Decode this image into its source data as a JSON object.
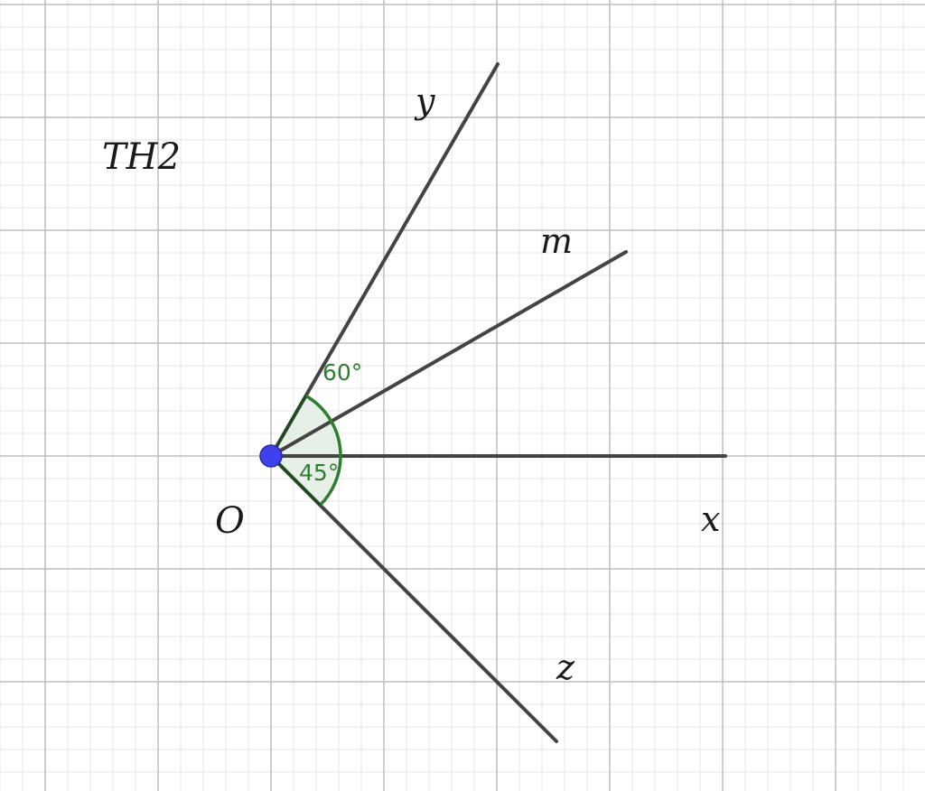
{
  "diagram": {
    "title": "TH2",
    "vertex": {
      "label": "O"
    },
    "rays": [
      {
        "id": "x",
        "label": "x"
      },
      {
        "id": "y",
        "label": "y"
      },
      {
        "id": "m",
        "label": "m"
      },
      {
        "id": "z",
        "label": "z"
      }
    ],
    "angles": [
      {
        "between": [
          "x",
          "y"
        ],
        "label": "60°"
      },
      {
        "between": [
          "x",
          "z"
        ],
        "label": "45°"
      }
    ],
    "colors": {
      "ray": "#444444",
      "angle": "#2e7d32",
      "angle_fill": "#e4eee4",
      "vertex_point": "#4040ee",
      "grid_major": "#bdbdbd",
      "grid_minor": "#e4e4e4"
    }
  }
}
